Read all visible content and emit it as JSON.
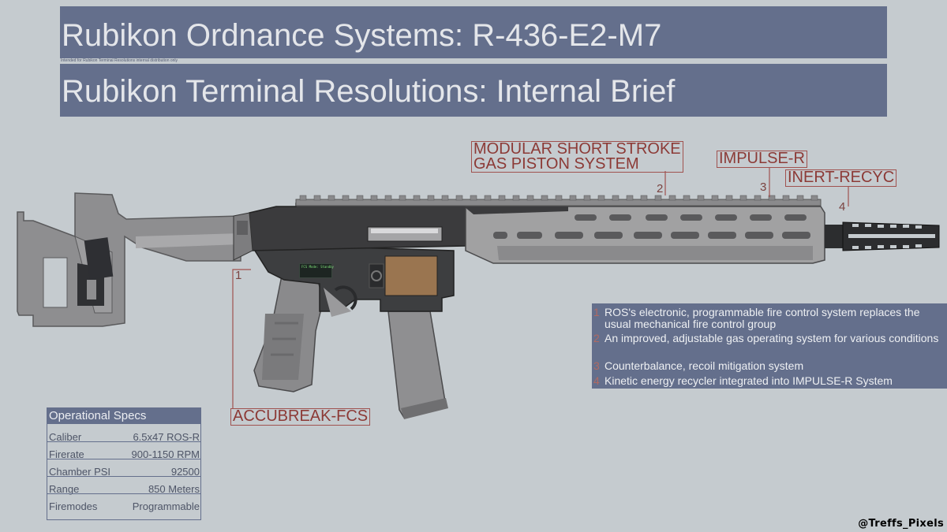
{
  "header": {
    "title": "Rubikon Ordnance Systems: R-436-E2-M7",
    "distribution_note": "Intended for Rubikon Terminal Resolutions internal distribution only",
    "subtitle": "Rubikon Terminal Resolutions: Internal Brief"
  },
  "callouts": {
    "gas_line1": "MODULAR SHORT STROKE",
    "gas_line2": "GAS PISTON SYSTEM",
    "gas_num": "2",
    "impulse": "IMPULSE-R",
    "impulse_num": "3",
    "inert": "INERT-RECYC",
    "inert_num": "4",
    "fcs": "ACCUBREAK-FCS",
    "fcs_num": "1"
  },
  "notes": [
    {
      "num": "1",
      "text": "ROS's electronic, programmable fire control system replaces the usual mechanical fire control group"
    },
    {
      "num": "2",
      "text": "An improved, adjustable gas operating system for various conditions"
    },
    {
      "num": "3",
      "text": "Counterbalance, recoil mitigation system"
    },
    {
      "num": "4",
      "text": "Kinetic energy recycler integrated into IMPULSE-R System"
    }
  ],
  "specs": {
    "heading": "Operational Specs",
    "rows": [
      {
        "label": "Caliber",
        "value": "6.5x47 ROS-R"
      },
      {
        "label": "Firerate",
        "value": "900-1150 RPM"
      },
      {
        "label": "Chamber PSI",
        "value": "92500"
      },
      {
        "label": "Range",
        "value": "850 Meters"
      },
      {
        "label": "Firemodes",
        "value": "Programmable"
      }
    ]
  },
  "fcs_screen_text": "FCS Mode: Standby",
  "credit": "@Treffs_Pixels",
  "colors": {
    "background": "#c5cbcf",
    "panel": "#646f8c",
    "callout": "#a0524f",
    "receiver": "#3b3b3d",
    "furniture": "#8e8e90",
    "handguard": "#a1a1a2"
  }
}
